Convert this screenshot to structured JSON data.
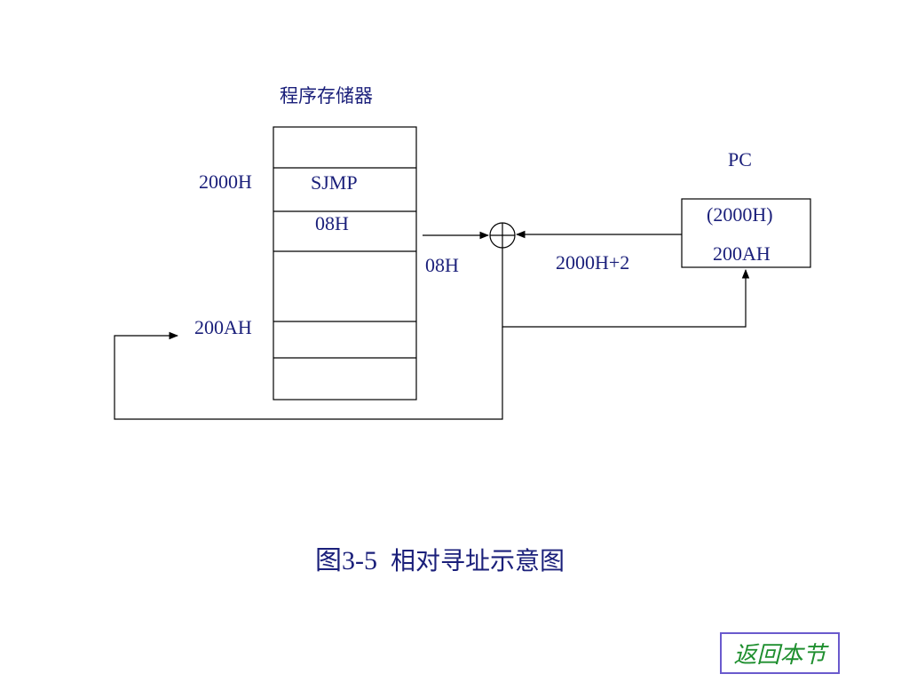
{
  "diagram": {
    "memory_title": "程序存储器",
    "addr_2000": "2000H",
    "addr_200a": "200AH",
    "cell_sjmp": "SJMP",
    "cell_08h": "08H",
    "offset_label": "08H",
    "sum_label": "2000H+2",
    "pc_title": "PC",
    "pc_old": "(2000H)",
    "pc_new": "200AH"
  },
  "caption": {
    "figure_no": "图3-5",
    "text": "相对寻址示意图"
  },
  "nav": {
    "back_label": "返回本节"
  },
  "colors": {
    "text": "#1a1f7a",
    "line": "#000000",
    "back_text": "#1f8f2f",
    "back_border": "#6a5acd"
  }
}
